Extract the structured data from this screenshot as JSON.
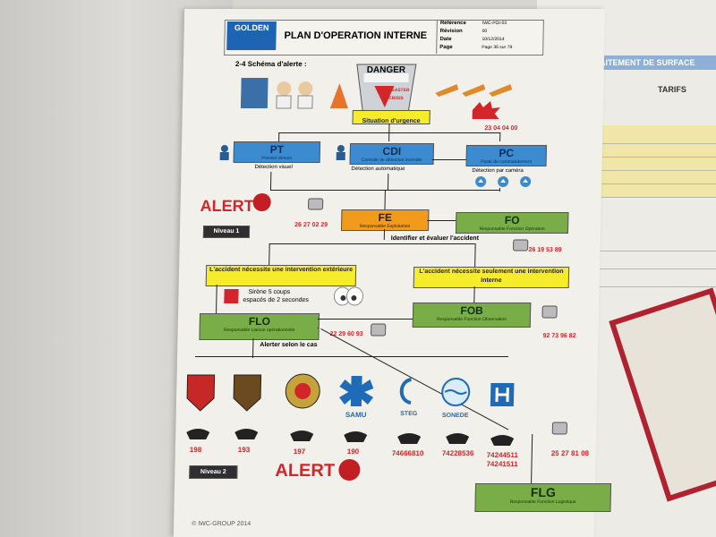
{
  "header": {
    "logo_text": "GOLDEN",
    "title": "PLAN D'OPERATION INTERNE",
    "fields": [
      {
        "label": "Référence",
        "value": "IWC-POI-03"
      },
      {
        "label": "Révision",
        "value": "00"
      },
      {
        "label": "Date",
        "value": "10/12/2014"
      },
      {
        "label": "Page",
        "value": "Page 36 sur 79"
      }
    ]
  },
  "section_title": "2-4    Schéma d'alerte :",
  "danger": {
    "title": "DANGER",
    "sub1": "DISASTER",
    "sub2": "CRISIS"
  },
  "situation": "Situation d'urgence",
  "alert_logo_1": "ALERT",
  "phone_top": "23 04 04 00",
  "detectors": [
    {
      "code": "PT",
      "desc": "Premier témoin",
      "label": "Détection visuel"
    },
    {
      "code": "CDI",
      "desc": "Centrale de détection incendie",
      "label": "Détection automatique"
    },
    {
      "code": "PC",
      "desc": "Poste de commandement",
      "label": "Détection par caméra"
    }
  ],
  "fe": {
    "code": "FE",
    "desc": "Responsable Exploitation"
  },
  "fo": {
    "code": "FO",
    "desc": "Responsable Fonction Opération"
  },
  "fe_phone": "26 27 02 29",
  "fo_phone": "26 19 53 89",
  "niveau1": "Niveau 1",
  "identify": "Identifier et évaluer l'accident",
  "ext": "L'accident nécessite une intervention extérieure",
  "int": "L'accident nécessite seulement une intervention interne",
  "sirene_1": "Sirène 5 coups",
  "sirene_2": "espacés de 2 secondes",
  "flo": {
    "code": "FLO",
    "desc": "Responsable Liaison opérationnelle"
  },
  "fob": {
    "code": "FOB",
    "desc": "Responsable Fonction Observation"
  },
  "flo_phone": "22 29 60 93",
  "fob_phone": "92 73 96 82",
  "alerter": "Alerter selon le cas",
  "services": [
    {
      "name": "",
      "number": "198",
      "color": "#c62828"
    },
    {
      "name": "",
      "number": "193",
      "color": "#6b4a1f"
    },
    {
      "name": "",
      "number": "197",
      "color": "#c5a23a"
    },
    {
      "name": "SAMU",
      "number": "190",
      "color": "#1f6bb8"
    },
    {
      "name": "STEG",
      "number": "74666810",
      "color": "#1f6bb8"
    },
    {
      "name": "SONEDE",
      "number": "74228536",
      "color": "#1f6bb8"
    },
    {
      "name": "",
      "number": "74244511",
      "color": "#1f6bb8"
    }
  ],
  "hopital_number_2": "74241511",
  "right_phone": "25 27 81 08",
  "niveau2": "Niveau 2",
  "alert_logo_2": "ALERT",
  "flg": {
    "code": "FLG",
    "desc": "Responsable Fonction Logistique"
  },
  "footer": "© IWC-GROUP 2014",
  "bg_doc": {
    "title": "TARIFS",
    "heading": "CNC TRAITEMENT DE SURFACE"
  }
}
